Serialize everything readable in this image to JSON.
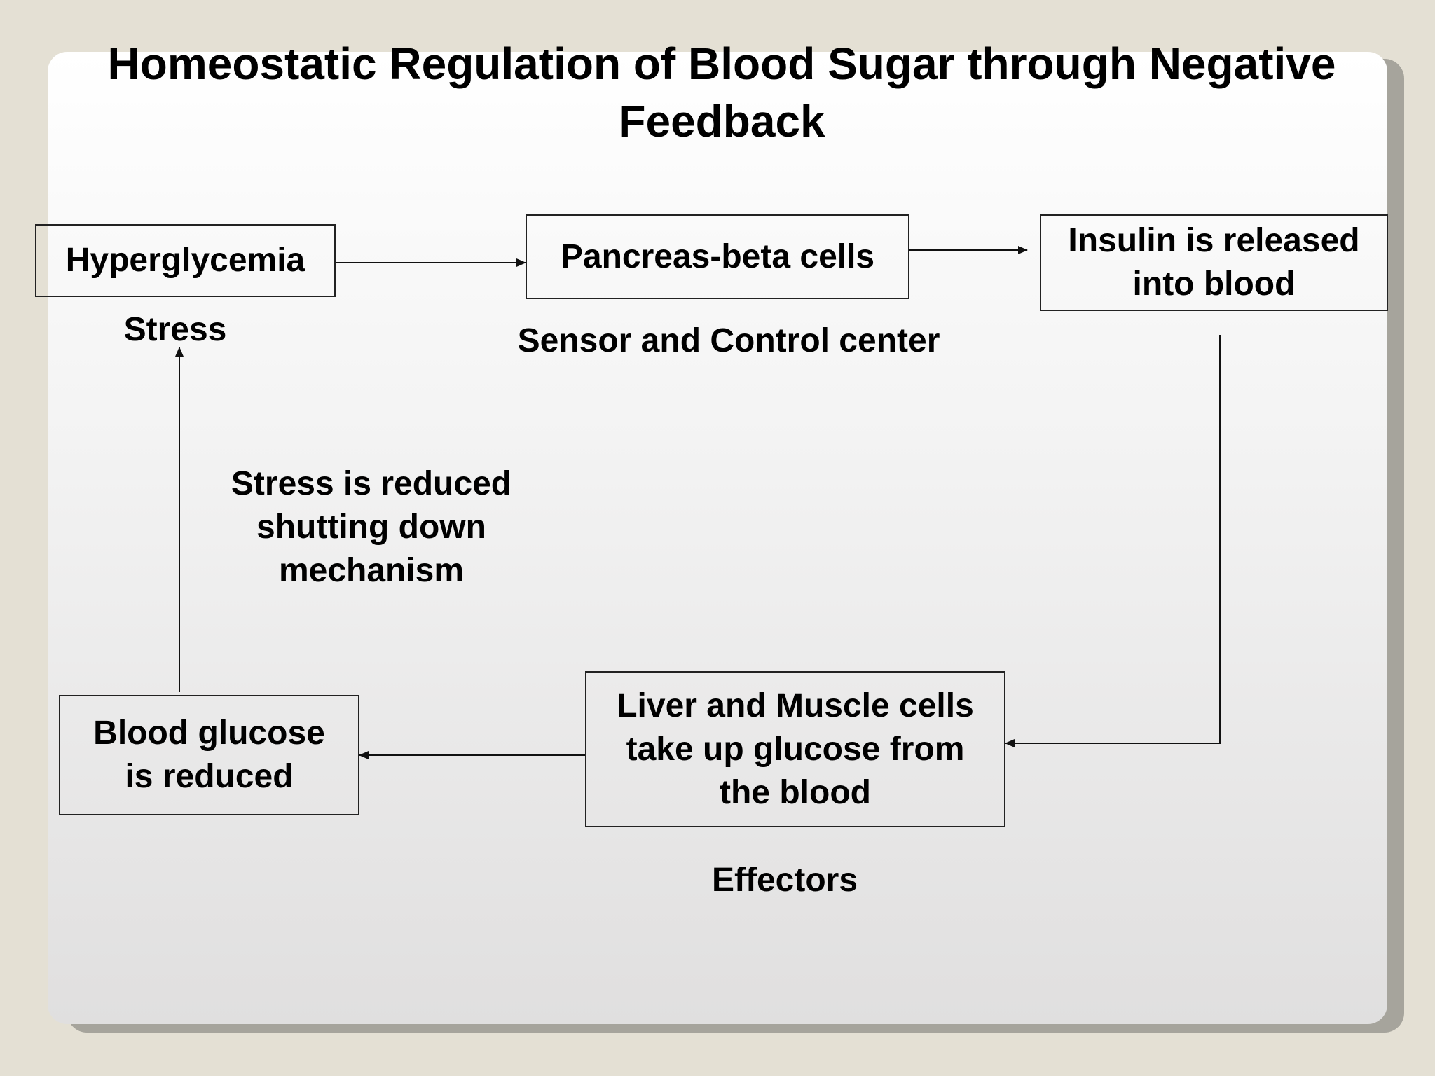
{
  "title": "Homeostatic Regulation of Blood Sugar through Negative Feedback",
  "nodes": {
    "hyperglycemia": "Hyperglycemia",
    "pancreas": "Pancreas-beta cells",
    "insulin": "Insulin is released\ninto blood",
    "liver_muscle": "Liver and Muscle cells\ntake up glucose from\nthe blood",
    "blood_glucose": "Blood glucose\nis reduced"
  },
  "labels": {
    "stress": "Stress",
    "sensor_control": "Sensor and Control center",
    "stress_reduced": "Stress is reduced\nshutting down\nmechanism",
    "effectors": "Effectors"
  },
  "colors": {
    "background": "#e4e0d4",
    "slide_top": "#ffffff",
    "slide_bottom": "#e0dfdf",
    "line": "#222222"
  }
}
